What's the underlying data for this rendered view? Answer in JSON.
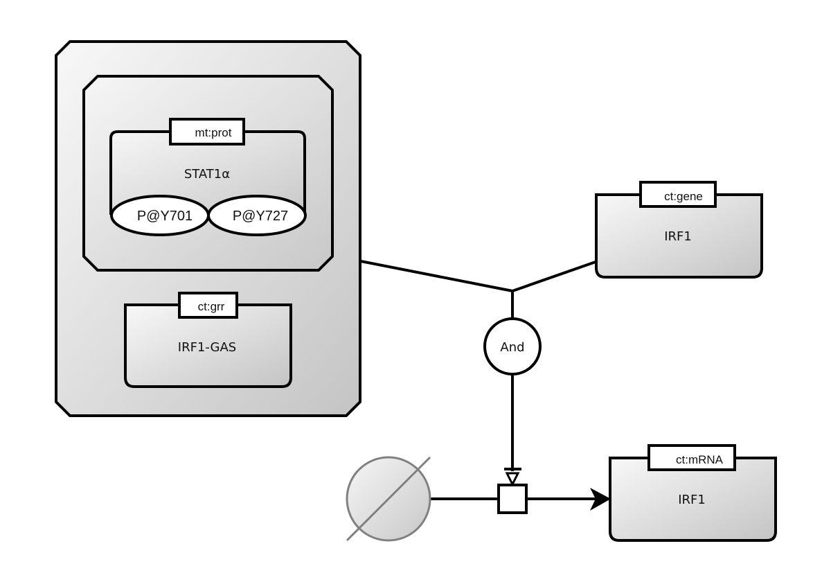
{
  "diagram": {
    "notation": "SBGN Process Description",
    "complex_outer": {
      "type": "complex"
    },
    "complex_inner": {
      "type": "complex"
    },
    "stat1a": {
      "type": "macromolecule",
      "label": "STAT1α",
      "unit_of_info": "mt:prot",
      "state_variables": [
        "P@Y701",
        "P@Y727"
      ]
    },
    "irf1_gas": {
      "type": "nucleic acid feature",
      "label": "IRF1-GAS",
      "unit_of_info": "ct:grr"
    },
    "irf1_gene": {
      "type": "nucleic acid feature",
      "label": "IRF1",
      "unit_of_info": "ct:gene"
    },
    "irf1_mrna": {
      "type": "nucleic acid feature",
      "label": "IRF1",
      "unit_of_info": "ct:mRNA"
    },
    "and_gate": {
      "type": "logical operator",
      "label": "And"
    },
    "source": {
      "type": "source/sink (empty set)"
    },
    "process": {
      "type": "process"
    },
    "arcs": [
      {
        "from": "complex_outer",
        "to": "and_gate",
        "type": "logic arc"
      },
      {
        "from": "irf1_gene",
        "to": "and_gate",
        "type": "logic arc"
      },
      {
        "from": "and_gate",
        "to": "process",
        "type": "necessary stimulation"
      },
      {
        "from": "source",
        "to": "process",
        "type": "consumption"
      },
      {
        "from": "process",
        "to": "irf1_mrna",
        "type": "production"
      }
    ]
  },
  "colors": {
    "stroke": "#000000",
    "fill_light": "#f7f7f7",
    "fill_dark": "#c6c6c6",
    "source_stroke": "#808080"
  }
}
